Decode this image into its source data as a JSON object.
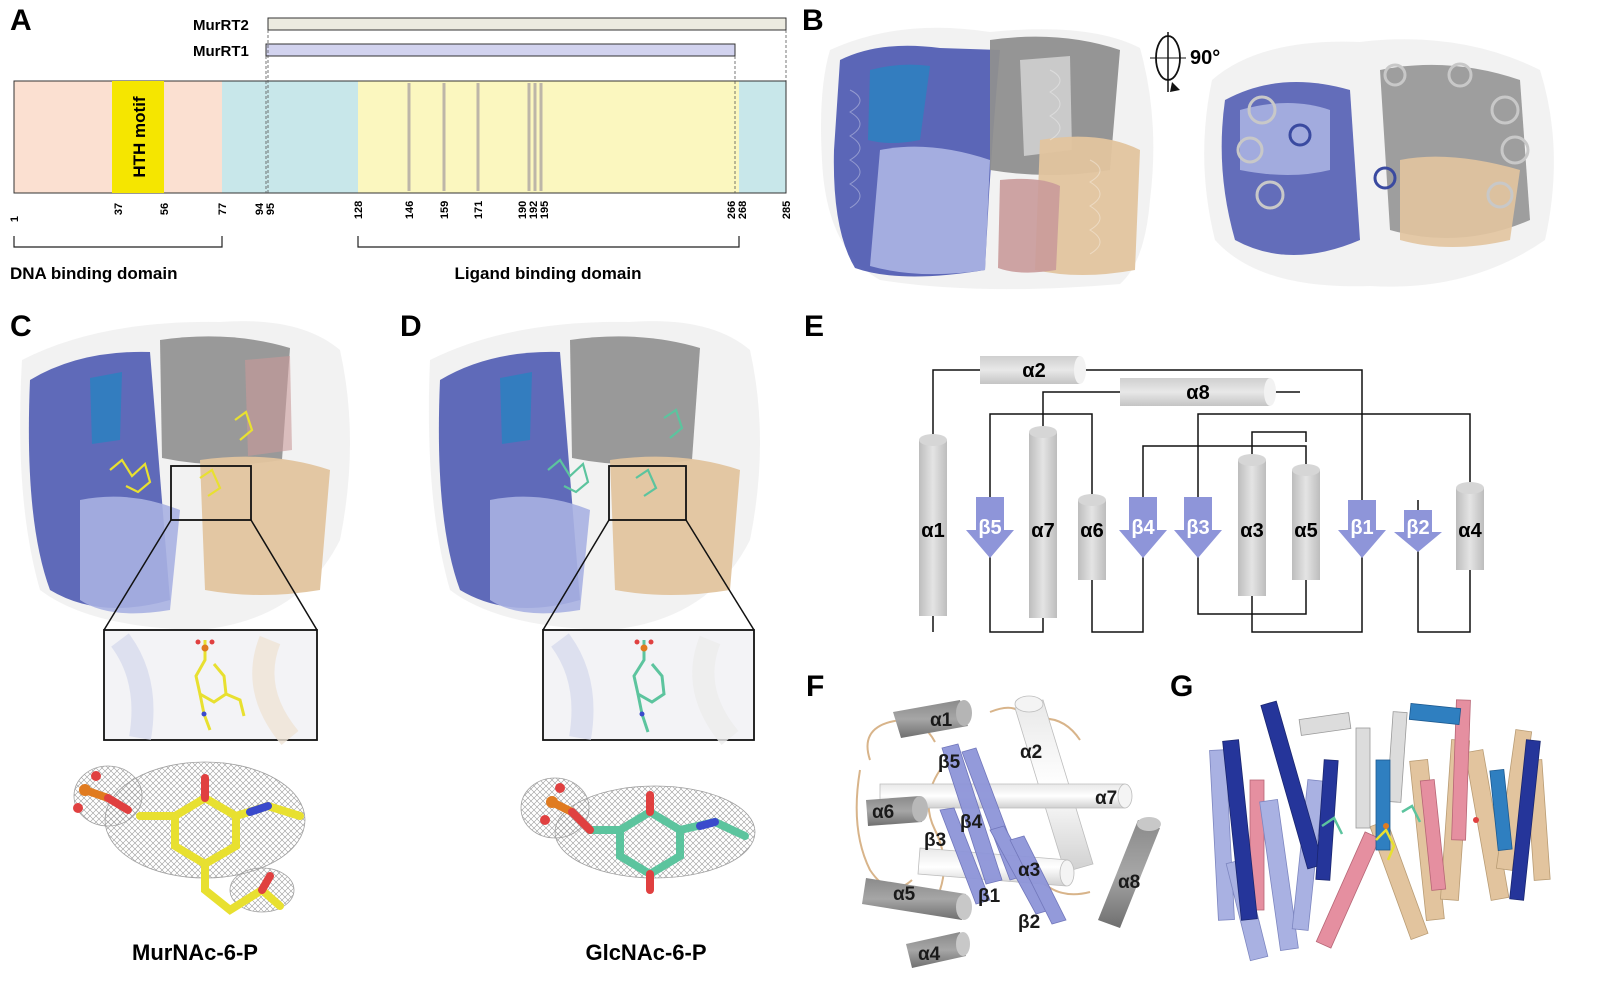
{
  "panels": {
    "a": "A",
    "b": "B",
    "c": "C",
    "d": "D",
    "e": "E",
    "f": "F",
    "g": "G"
  },
  "domain_map": {
    "constructs": [
      "MurRT2",
      "MurRT1"
    ],
    "motif_label": "HTH motif",
    "ticks": [
      "1",
      "37",
      "56",
      "77",
      "94",
      "95",
      "128",
      "146",
      "159",
      "171",
      "190",
      "192",
      "195",
      "266",
      "268",
      "285"
    ],
    "domains": [
      "DNA binding domain",
      "Ligand binding domain"
    ],
    "colors": {
      "dna_region": "#fbe0d1",
      "linker_region": "#c8e7ea",
      "ligand_region": "#fbf7bf",
      "motif": "#f5e600",
      "murrt2_bar": "#ecebe0",
      "murrt1_bar": "#d2d3ef"
    }
  },
  "rotation_label": "90°",
  "ligands": {
    "c_name": "MurNAc-6-P",
    "d_name": "GlcNAc-6-P",
    "c_color": "#e8e030",
    "d_color": "#5cc49e"
  },
  "topology": {
    "helices": [
      "α2",
      "α8",
      "α1",
      "α7",
      "α6",
      "α3",
      "α5",
      "α4"
    ],
    "strands": [
      "β5",
      "β4",
      "β3",
      "β1",
      "β2"
    ],
    "strand_color": "#8e95d9"
  },
  "panel_f": {
    "labels": [
      "α1",
      "α2",
      "β5",
      "α7",
      "α6",
      "β4",
      "β3",
      "α3",
      "α8",
      "α5",
      "β1",
      "β2",
      "α4"
    ]
  },
  "structure_colors": {
    "chain_dark": "#3a4aa0",
    "chain_light": "#a9b1e2",
    "chain_grey": "#8a8a8a",
    "chain_tan": "#e2c49e",
    "chain_pink": "#c99a9a",
    "strand_blue": "#2f7fc0"
  }
}
